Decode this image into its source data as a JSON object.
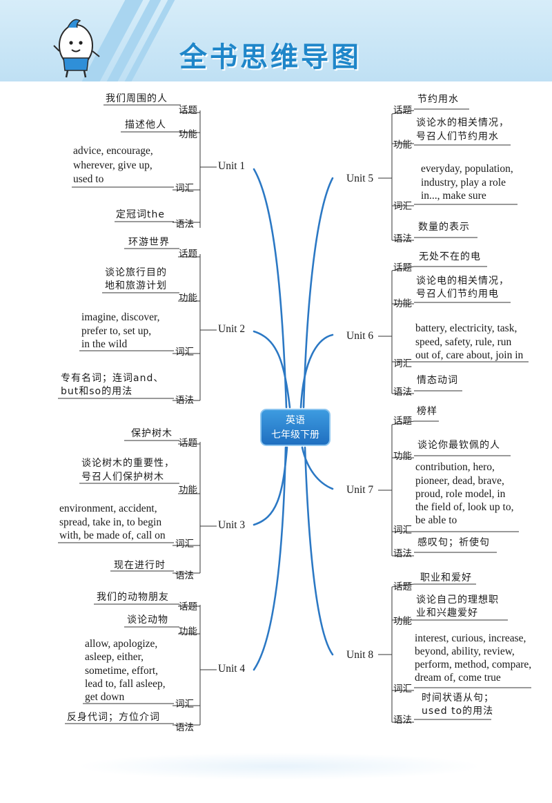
{
  "header": {
    "title": "全书思维导图"
  },
  "center": {
    "line1": "英语",
    "line2": "七年级下册"
  },
  "labels": {
    "topic": "话题",
    "function": "功能",
    "vocab": "词汇",
    "grammar": "语法"
  },
  "units": [
    {
      "name": "Unit 1",
      "topic": "我们周围的人",
      "function": [
        "描述他人"
      ],
      "vocab": [
        "advice, encourage,",
        "wherever, give up,",
        "used to"
      ],
      "grammar": [
        "定冠词the"
      ]
    },
    {
      "name": "Unit 2",
      "topic": "环游世界",
      "function": [
        "谈论旅行目的",
        "地和旅游计划"
      ],
      "vocab": [
        "imagine, discover,",
        "prefer to, set up,",
        "in the wild"
      ],
      "grammar": [
        "专有名词；连词and、",
        "but和so的用法"
      ]
    },
    {
      "name": "Unit 3",
      "topic": "保护树木",
      "function": [
        "谈论树木的重要性，",
        "号召人们保护树木"
      ],
      "vocab": [
        "environment, accident,",
        "spread, take in, to begin",
        "with, be made of, call on"
      ],
      "grammar": [
        "现在进行时"
      ]
    },
    {
      "name": "Unit 4",
      "topic": "我们的动物朋友",
      "function": [
        "谈论动物"
      ],
      "vocab": [
        "allow, apologize,",
        "asleep, either,",
        "sometime, effort,",
        "lead to, fall asleep,",
        "get down"
      ],
      "grammar": [
        "反身代词；方位介词"
      ]
    },
    {
      "name": "Unit 5",
      "topic": "节约用水",
      "function": [
        "谈论水的相关情况，",
        "号召人们节约用水"
      ],
      "vocab": [
        "everyday, population,",
        "industry, play a role",
        "in..., make sure"
      ],
      "grammar": [
        "数量的表示"
      ]
    },
    {
      "name": "Unit 6",
      "topic": "无处不在的电",
      "function": [
        "谈论电的相关情况，",
        "号召人们节约用电"
      ],
      "vocab": [
        "battery, electricity, task,",
        "speed, safety, rule, run",
        "out of, care about, join in"
      ],
      "grammar": [
        "情态动词"
      ]
    },
    {
      "name": "Unit 7",
      "topic": "榜样",
      "function": [
        "谈论你最钦佩的人"
      ],
      "vocab": [
        "contribution, hero,",
        "pioneer, dead, brave,",
        "proud, role model, in",
        "the field of, look up to,",
        "be able to"
      ],
      "grammar": [
        "感叹句；祈使句"
      ]
    },
    {
      "name": "Unit 8",
      "topic": "职业和爱好",
      "function": [
        "谈论自己的理想职",
        "业和兴趣爱好"
      ],
      "vocab": [
        "interest, curious, increase,",
        "beyond, ability, review,",
        "perform, method, compare,",
        "dream of, come true"
      ],
      "grammar": [
        "时间状语从句；",
        "used to的用法"
      ]
    }
  ]
}
